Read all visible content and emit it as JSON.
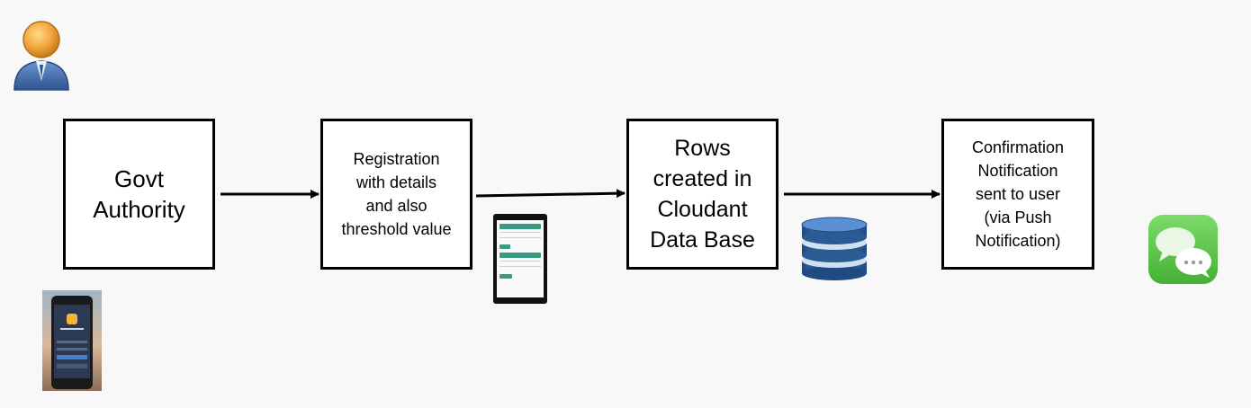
{
  "nodes": [
    {
      "id": "b1",
      "lines": [
        "Govt",
        "Authority"
      ]
    },
    {
      "id": "b2",
      "lines": [
        "Registration",
        "with details",
        "and also",
        "threshold value"
      ]
    },
    {
      "id": "b3",
      "lines": [
        "Rows",
        "created in",
        "Cloudant",
        "Data Base"
      ]
    },
    {
      "id": "b4",
      "lines": [
        "Confirmation",
        "Notification",
        "sent to user",
        "(via Push",
        "Notification)"
      ]
    }
  ],
  "edges": [
    {
      "from": "b1",
      "to": "b2"
    },
    {
      "from": "b2",
      "to": "b3"
    },
    {
      "from": "b3",
      "to": "b4"
    }
  ],
  "icons": {
    "user": "user-avatar-icon",
    "login_phone": "phone-login-screenshot-icon",
    "form_phone": "phone-form-screenshot-icon",
    "database": "database-icon",
    "messages": "messages-app-icon"
  },
  "colors": {
    "db_blue": "#2d5a93",
    "message_green": "#5ac34a",
    "user_orange": "#f2a53c",
    "user_blue": "#3d69a8",
    "form_teal": "#3a9a82"
  }
}
